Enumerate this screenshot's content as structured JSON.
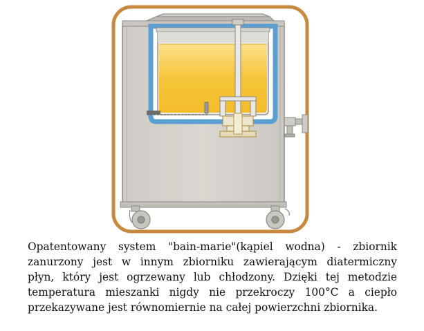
{
  "caption": {
    "lines": [
      "Opatentowany system \"bain-marie\"(kąpiel wodna) - zbiornik",
      "zanurzony jest w innym zbiorniku zawierającym diatermiczny",
      "płyn, który jest ogrzewany lub chłodzony. Dzięki tej metodzie",
      "temperatura mieszanki nigdy nie przekroczy 100°C a ciepło",
      "przekazywane jest równomiernie na całej powierzchni zbiornika."
    ]
  },
  "colors": {
    "frame_border": "#c8893f",
    "machine_body": "#d4d1cb",
    "machine_outline": "#8a8883",
    "water_jacket": "#5b9fd3",
    "mixture": "#f6c53a",
    "mixture_light": "#fbdc7e",
    "lid": "#bdbab4",
    "wheel": "#9a9892"
  },
  "icons": {
    "wheels": [
      "caster-wheel-icon",
      "caster-wheel-icon"
    ],
    "valve": "drain-valve-icon",
    "mixer": "mixer-shaft-icon"
  }
}
